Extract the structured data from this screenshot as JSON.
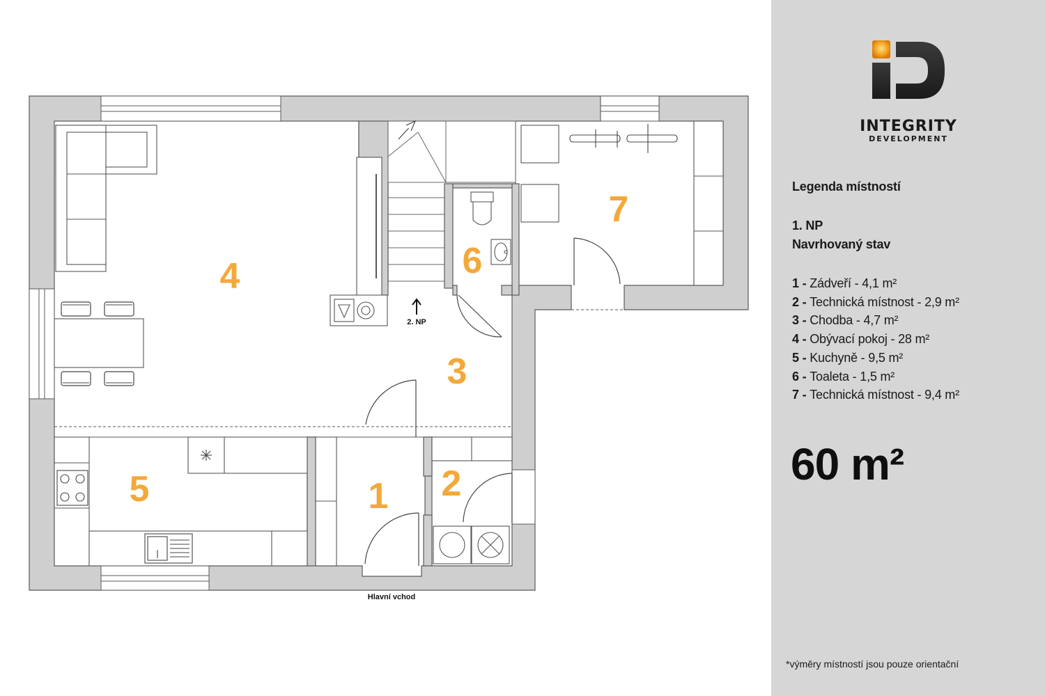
{
  "brand": {
    "name": "INTEGRITY",
    "sub": "DEVELOPMENT",
    "accent_color": "#f2a93b",
    "logo_letters": "iD"
  },
  "legend": {
    "title": "Legenda místností",
    "floor": "1. NP",
    "state": "Navrhovaný stav",
    "rooms": [
      {
        "num": "1",
        "name": "Zádveří - 4,1 m²"
      },
      {
        "num": "2",
        "name": "Technická místnost - 2,9 m²"
      },
      {
        "num": "3",
        "name": "Chodba - 4,7 m²"
      },
      {
        "num": "4",
        "name": "Obývací pokoj - 28 m²"
      },
      {
        "num": "5",
        "name": "Kuchyně - 9,5 m²"
      },
      {
        "num": "6",
        "name": "Toaleta - 1,5 m²"
      },
      {
        "num": "7",
        "name": "Technická místnost - 9,4 m²"
      }
    ]
  },
  "total_area": "60 m²",
  "footnote": "*výměry místností jsou pouze orientační",
  "plan": {
    "room_labels": [
      "1",
      "2",
      "3",
      "4",
      "5",
      "6",
      "7"
    ],
    "stairs_label": "2. NP",
    "entrance_label": "Hlavní vchod"
  }
}
